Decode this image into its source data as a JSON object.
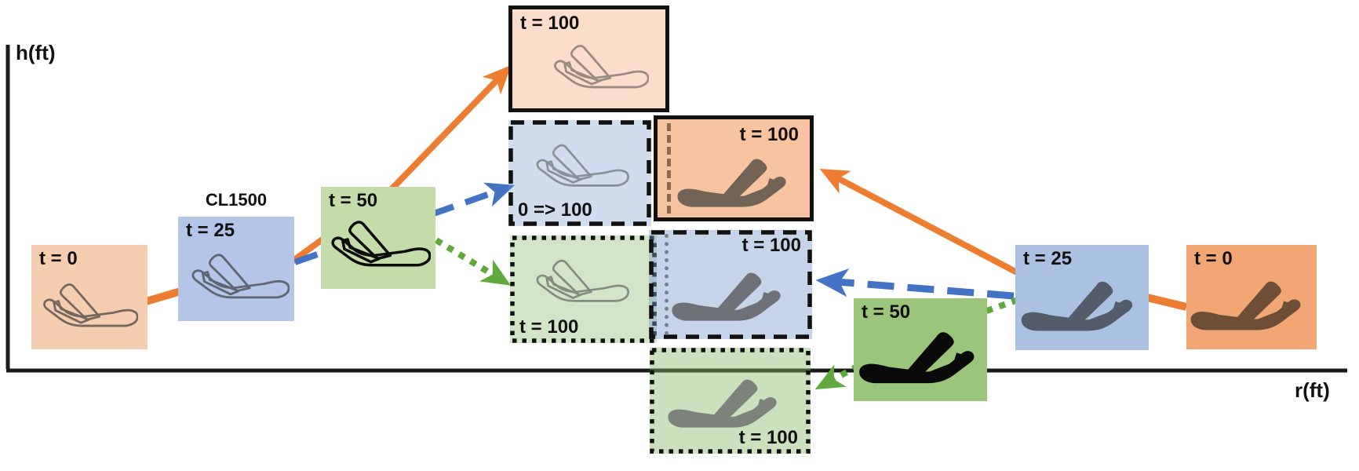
{
  "axes": {
    "y_label": "h(ft)",
    "x_label": "r(ft)"
  },
  "annotation": {
    "callsign": "CL1500"
  },
  "colors": {
    "climb_arrow_orange": "#ED7D31",
    "level_arrow_blue": "#4472C4",
    "descend_arrow_green": "#5FA93D",
    "axis_black": "#1A1A1A",
    "state_orange_fill": "#F1A673",
    "state_blue_fill": "#B3C6E7",
    "state_green_fill": "#9CC57C",
    "pred_orange_fill": "#F9DECA",
    "pred_blue_fill": "#D6DEF0",
    "pred_green_fill": "#DCE9D2"
  },
  "left_aircraft": {
    "t0": {
      "label": "t = 0"
    },
    "t25": {
      "label": "t = 25"
    },
    "t50": {
      "label": "t = 50"
    },
    "pred_climb": {
      "label": "t = 100"
    },
    "pred_level": {
      "label": "0 => 100"
    },
    "pred_descend": {
      "label": "t = 100"
    }
  },
  "right_aircraft": {
    "t0": {
      "label": "t = 0"
    },
    "t25": {
      "label": "t = 25"
    },
    "t50": {
      "label": "t = 50"
    },
    "pred_climb": {
      "label": "t = 100"
    },
    "pred_level": {
      "label": "t = 100"
    },
    "pred_descend": {
      "label": "t = 100"
    }
  }
}
